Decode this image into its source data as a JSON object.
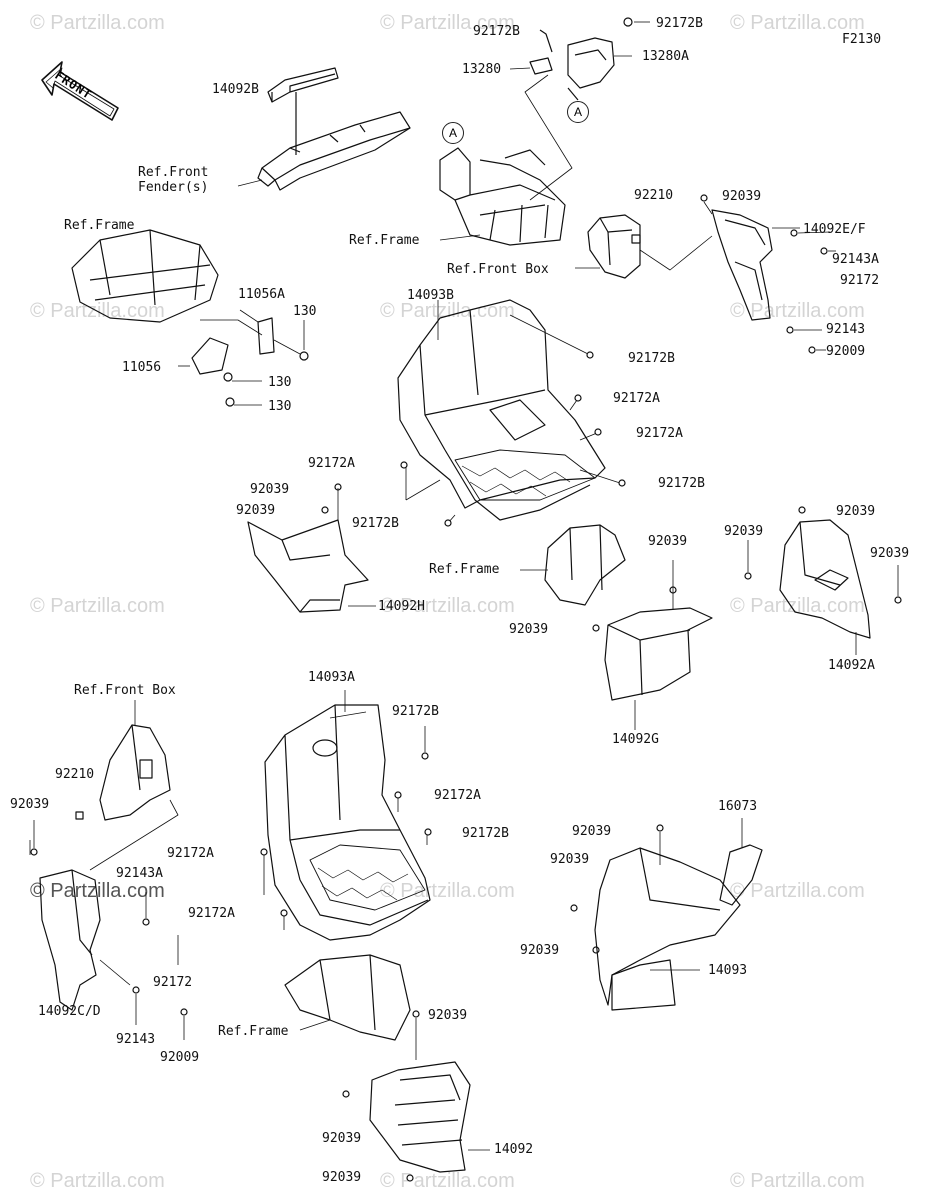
{
  "diagram_code": "F2130",
  "direction_label": "FRONT",
  "callout_letter": "A",
  "watermark": "© Partzilla.com",
  "labels": {
    "p14092B": "14092B",
    "ref_front_fender_1": "Ref.Front",
    "ref_front_fender_2": "Fender(s)",
    "p92172B_top1": "92172B",
    "p92172B_top2": "92172B",
    "p13280": "13280",
    "p13280A": "13280A",
    "ref_frame_top": "Ref.Frame",
    "p92210_top": "92210",
    "p92039_top": "92039",
    "p14092EF": "14092E/F",
    "ref_front_box_top": "Ref.Front Box",
    "p92143A_top": "92143A",
    "p92172_top": "92172",
    "p92143_top": "92143",
    "p92009_top": "92009",
    "ref_frame_left": "Ref.Frame",
    "p11056A": "11056A",
    "p130_a": "130",
    "p11056": "11056",
    "p130_b": "130",
    "p130_c": "130",
    "p14093B": "14093B",
    "p92172B_m1": "92172B",
    "p92172A_m1": "92172A",
    "p92172A_m2": "92172A",
    "p92172A_m3": "92172A",
    "p92172B_m2": "92172B",
    "p92039_m1": "92039",
    "p92039_m2": "92039",
    "p92172B_m3": "92172B",
    "ref_frame_mid": "Ref.Frame",
    "p14092H": "14092H",
    "p92039_m3": "92039",
    "p92039_m4": "92039",
    "p14092G": "14092G",
    "p92039_r1": "92039",
    "p92039_r2": "92039",
    "p92039_r3": "92039",
    "p14092A": "14092A",
    "ref_front_box_low": "Ref.Front Box",
    "p92210_low": "92210",
    "p92039_low1": "92039",
    "p92143A_low": "92143A",
    "p92172_low": "92172",
    "p14092CD": "14092C/D",
    "p92143_low": "92143",
    "p92009_low": "92009",
    "p14093A": "14093A",
    "p92172B_b1": "92172B",
    "p92172A_b1": "92172A",
    "p92172B_b2": "92172B",
    "p92172A_b2": "92172A",
    "p92172A_b3": "92172A",
    "ref_frame_bottom": "Ref.Frame",
    "p92039_b1": "92039",
    "p92039_b2": "92039",
    "p14092": "14092",
    "p92039_b3": "92039",
    "p92039_br1": "92039",
    "p92039_br2": "92039",
    "p16073": "16073",
    "p92039_br3": "92039",
    "p14093": "14093"
  }
}
